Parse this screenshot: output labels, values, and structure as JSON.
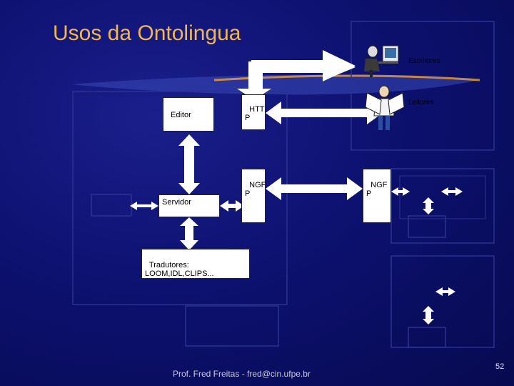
{
  "slide": {
    "title": "Usos da Ontolingua",
    "footer": "Prof. Fred Freitas - fred@cin.ufpe.br",
    "page_number": "52"
  },
  "diagram": {
    "editor": "Editor",
    "servidor": "Servidor",
    "http": "HTT\nP",
    "ngfp_left": "NGF\nP",
    "ngfp_right": "NGF\nP",
    "tradutores": "Tradutores:\nLOOM,IDL,CLIPS...",
    "escritores": "Escritores",
    "leitores": "Leitores"
  }
}
